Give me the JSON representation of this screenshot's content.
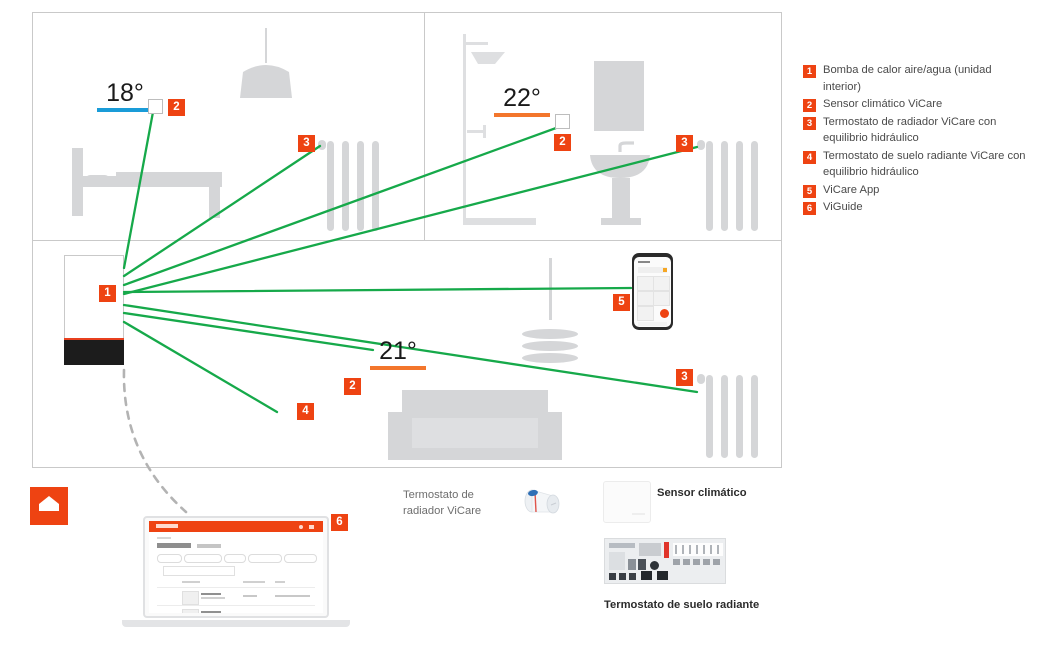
{
  "legend": {
    "items": [
      {
        "num": "1",
        "line1": "Bomba de calor aire/agua (unidad interior)",
        "line2": ""
      },
      {
        "num": "2",
        "line1": "Sensor climático ViCare",
        "line2": ""
      },
      {
        "num": "3",
        "line1": "Termostato de radiador ViCare con",
        "line2": "equilibrio hidráulico"
      },
      {
        "num": "4",
        "line1": "Termostato de suelo radiante ViCare con",
        "line2": "equilibrio hidráulico"
      },
      {
        "num": "5",
        "line1": "ViCare App",
        "line2": ""
      },
      {
        "num": "6",
        "line1": "ViGuide",
        "line2": ""
      }
    ]
  },
  "rooms": {
    "bedroom": {
      "temperature": "18°",
      "underline_color": "#1a9cd8",
      "sensor_badge": "2",
      "radiator_badge": "3"
    },
    "bathroom": {
      "temperature": "22°",
      "underline_color": "#f3762c",
      "sensor_badge": "2",
      "radiator_badge": "3"
    },
    "living": {
      "temperature": "21°",
      "underline_color": "#f3762c",
      "sensor_badge": "2",
      "radiator_badge": "3",
      "floor_badge": "4"
    }
  },
  "devices": {
    "heat_pump_badge": "1",
    "phone_badge": "5",
    "laptop_badge": "6"
  },
  "captions": {
    "radiator_thermostat_l1": "Termostato de",
    "radiator_thermostat_l2": "radiador ViCare",
    "climate_sensor": "Sensor climático",
    "floor_thermostat": "Termostato de suelo radiante"
  },
  "colors": {
    "accent": "#ee4312",
    "link_line": "#16a94a",
    "cold": "#1a9cd8",
    "warm": "#f3762c",
    "gray": "#d5d6d8"
  },
  "icons": {
    "home": "home-icon",
    "bed": "bed-icon",
    "lamp": "ceiling-lamp-icon",
    "shower": "shower-icon",
    "sink": "sink-icon",
    "sofa": "sofa-icon",
    "radiator": "radiator-icon",
    "pendant": "pendant-lamp-icon",
    "wireless": "wireless-signal-icon"
  }
}
